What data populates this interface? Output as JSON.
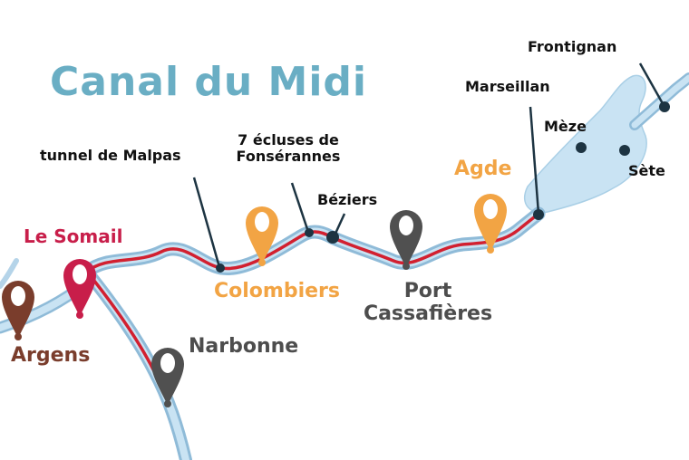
{
  "title": "Canal du Midi",
  "colors": {
    "title": "#6aaec4",
    "water": "#c9e3f3",
    "water_edge": "#8fbbd8",
    "canal": "#d22030",
    "leader": "#1d3442",
    "pin_orange": "#f2a444",
    "pin_gray": "#505050",
    "pin_red": "#c81e4a",
    "pin_brown": "#7a3d2c",
    "text_dark": "#111111",
    "label_gray": "#4d4d4d"
  },
  "places": {
    "frontignan": "Frontignan",
    "marseillan": "Marseillan",
    "meze": "Mèze",
    "sete": "Sète",
    "tunnel": "tunnel de Malpas",
    "ecluses_1": "7 écluses de",
    "ecluses_2": "Fonsérannes",
    "beziers": "Béziers",
    "agde": "Agde",
    "le_somail": "Le Somail",
    "colombiers": "Colombiers",
    "port_1": "Port",
    "port_2": "Cassafières",
    "narbonne": "Narbonne",
    "argens": "Argens"
  }
}
